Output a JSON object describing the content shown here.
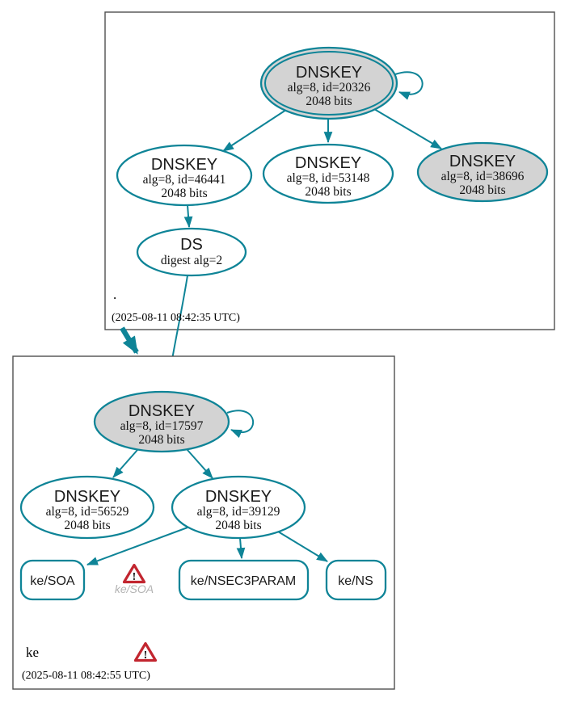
{
  "diagram_type": "dnssec-authentication-chain",
  "colors": {
    "edge_teal": "#0e8497",
    "node_fill_gray": "#d3d3d3",
    "node_fill_white": "#ffffff",
    "zone_border_gray": "#4f4f4f",
    "warning_red": "#c2252f",
    "muted_label_gray": "#b3b3b3"
  },
  "icons": {
    "warning_glyph": "!"
  },
  "zones": {
    "root": {
      "name": ".",
      "timestamp": "(2025-08-11 08:42:35 UTC)",
      "nodes": {
        "ksk20326": {
          "title": "DNSKEY",
          "detail1": "alg=8, id=20326",
          "detail2": "2048 bits"
        },
        "zsk46441": {
          "title": "DNSKEY",
          "detail1": "alg=8, id=46441",
          "detail2": "2048 bits"
        },
        "zsk53148": {
          "title": "DNSKEY",
          "detail1": "alg=8, id=53148",
          "detail2": "2048 bits"
        },
        "key38696": {
          "title": "DNSKEY",
          "detail1": "alg=8, id=38696",
          "detail2": "2048 bits"
        },
        "ds": {
          "title": "DS",
          "detail1": "digest alg=2"
        }
      }
    },
    "ke": {
      "name": "ke",
      "timestamp": "(2025-08-11 08:42:55 UTC)",
      "nodes": {
        "ksk17597": {
          "title": "DNSKEY",
          "detail1": "alg=8, id=17597",
          "detail2": "2048 bits"
        },
        "zsk56529": {
          "title": "DNSKEY",
          "detail1": "alg=8, id=56529",
          "detail2": "2048 bits"
        },
        "zsk39129": {
          "title": "DNSKEY",
          "detail1": "alg=8, id=39129",
          "detail2": "2048 bits"
        },
        "rrset_soa": {
          "label": "ke/SOA"
        },
        "rrset_nsec3param": {
          "label": "ke/NSEC3PARAM"
        },
        "rrset_ns": {
          "label": "ke/NS"
        }
      },
      "warnings": {
        "soa_label": "ke/SOA"
      }
    }
  }
}
